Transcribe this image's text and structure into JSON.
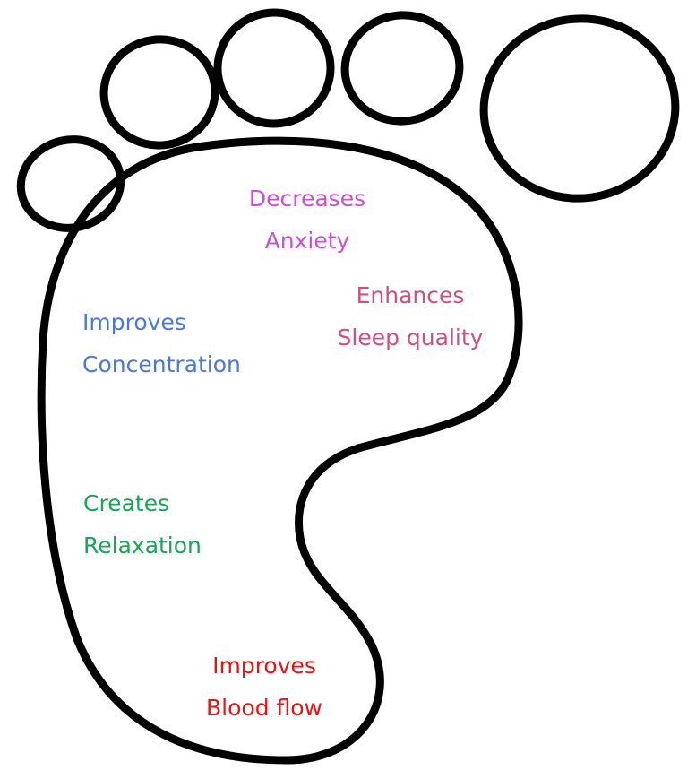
{
  "benefits": {
    "anxiety": {
      "line1": "Decreases",
      "line2": "Anxiety",
      "color": "#c94fd3"
    },
    "sleep": {
      "line1": "Enhances",
      "line2": "Sleep quality",
      "color": "#d1507a"
    },
    "concentration": {
      "line1": "Improves",
      "line2": "Concentration",
      "color": "#4a78dc"
    },
    "relaxation": {
      "line1": "Creates",
      "line2": "Relaxation",
      "color": "#17a651"
    },
    "blood_flow": {
      "line1": "Improves",
      "line2": "Blood flow",
      "color": "#ee1111"
    }
  }
}
